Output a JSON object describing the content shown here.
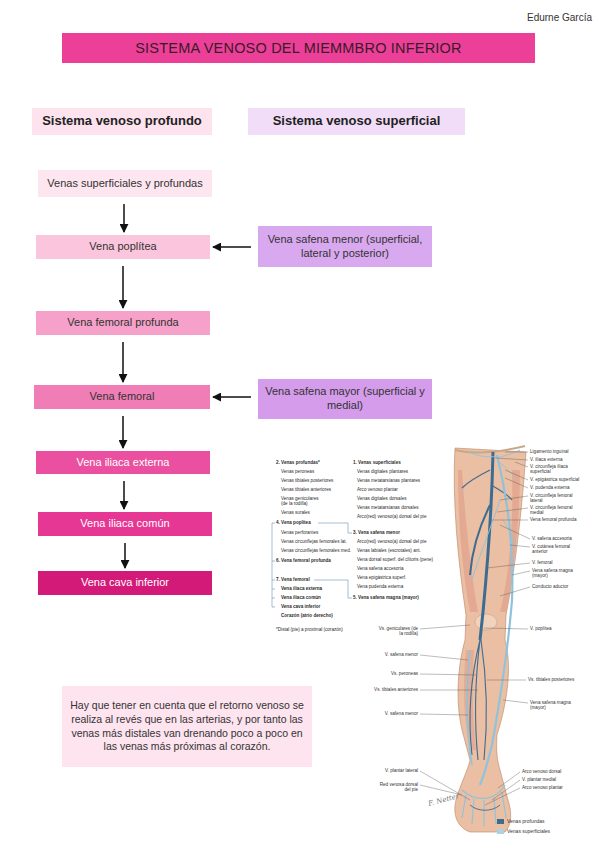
{
  "diagram": {
    "title": "SISTEMA VENOSO DEL MIEMMBRO INFERIOR",
    "nodes": [
      {
        "text": [
          "Sistema venoso profundo"
        ]
      },
      {
        "text": [
          "Sistema venoso superficial"
        ]
      },
      {
        "text": [
          "Venas superficiales y profundas"
        ]
      },
      {
        "text": [
          "Vena poplítea"
        ]
      },
      {
        "text": [
          "Vena safena menor (superficial, lateral y posterior)"
        ]
      },
      {
        "text": [
          "Vena femoral profunda"
        ]
      },
      {
        "text": [
          "Vena femoral"
        ]
      },
      {
        "text": [
          "Vena safena mayor (superficial y medial)"
        ]
      },
      {
        "text": [
          "Vena iliaca externa"
        ]
      },
      {
        "text": [
          "Vena iliaca común"
        ]
      },
      {
        "text": [
          "Vena cava inferior"
        ]
      },
      {
        "text": [
          "Hay que tener en cuenta que el retorno venoso se realiza al revés que en las arterias, y por tanto las venas más distales van drenando poco a poco en las venas más próximas al corazón."
        ]
      }
    ],
    "edges": [
      {
        "from": 2,
        "to": 3,
        "arrow": "to"
      },
      {
        "from": 4,
        "to": 3,
        "arrow": "to"
      },
      {
        "from": 3,
        "to": 5,
        "arrow": "to"
      },
      {
        "from": 5,
        "to": 6,
        "arrow": "to"
      },
      {
        "from": 7,
        "to": 6,
        "arrow": "to"
      },
      {
        "from": 6,
        "to": 8,
        "arrow": "to"
      },
      {
        "from": 8,
        "to": 9,
        "arrow": "to"
      },
      {
        "from": 9,
        "to": 10,
        "arrow": "to"
      }
    ],
    "labels": [
      "Edurne García",
      "2. Venas profundas*",
      "Venas peroneas",
      "Venas tibiales posteriores",
      "Venas tibiales anteriores",
      "Venas geniculares (de la rodilla)",
      "Venas surales",
      "4. Vena poplítea",
      "Venas perforantes",
      "Venas circunflejas femorales lat.",
      "Venas circunflejas femorales med.",
      "6. Vena femoral profunda",
      "7. Vena femoral",
      "Vena ilíaca externa",
      "Vena ilíaca común",
      "Vena cava inferior",
      "Corazón (atrio derecho)",
      "*Distal (pie) a proximal (corazón)",
      "1. Venas superficiales",
      "Venas digitales plantares",
      "Venas metatarsianas plantares",
      "Arco venoso plantar",
      "Venas digitales dorsales",
      "Venas metatarsianas dorsales",
      "Arco(red) venoso(a) dorsal del pie",
      "3. Vena safena menor",
      "Arco(red) venoso(a) dorsal del pie",
      "Venas labiales (escrotales) ant.",
      "Vena dorsal superf. del clítoris (pene)",
      "Vena safena accesoria",
      "Vena epigástrica superf.",
      "Vena pudenda externa",
      "5. Vena safena magna (mayor)",
      "Ligamento inguinal",
      "V. ilíaca externa",
      "V. circunfleja ilíaca superficial",
      "V. epigástrica superficial",
      "V. pudenda externa",
      "V. circunfleja femoral lateral",
      "V. circunfleja femoral medial",
      "Vena femoral profunda",
      "V. safena accesoria",
      "V. cutánea femoral anterior",
      "V. femoral",
      "Vena safena magna (mayor)",
      "Conducto aductor",
      "V. poplítea",
      "Vs. tibiales posteriores",
      "Vena safena magna (mayor)",
      "Arco venoso dorsal",
      "V. plantar medial",
      "Arco venoso plantar",
      "Vs. geniculares (de la rodilla)",
      "V. safena menor",
      "Vs. peroneas",
      "Vs. tibiales anteriores",
      "V. safena menor",
      "V. plantar lateral",
      "Red venosa dorsal del pie",
      "F. Netter"
    ],
    "legend": [
      {
        "text": "Venas profundas",
        "color": "#3d6c91"
      },
      {
        "text": "Venas superficiales",
        "color": "#a8d2e6"
      }
    ]
  }
}
